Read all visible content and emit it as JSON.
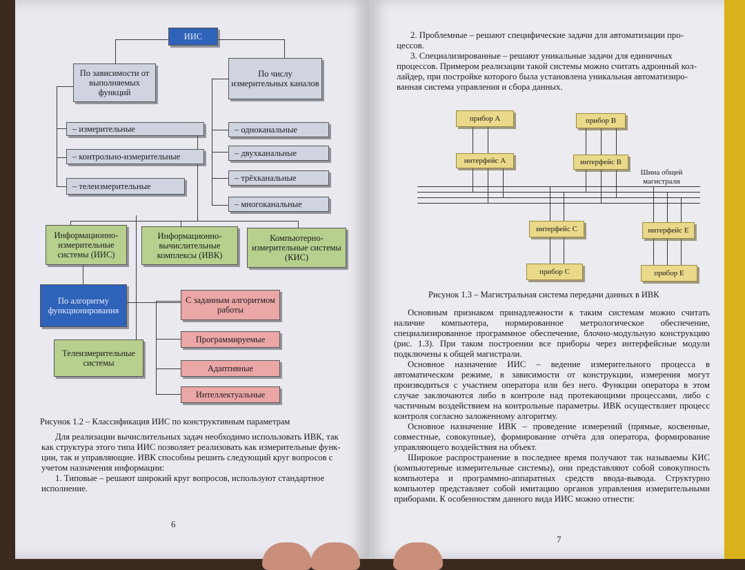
{
  "diagram1": {
    "root": "ИИС",
    "func_group": "По зависимости от выполняемых функций",
    "chan_group": "По числу измерительных каналов",
    "func_items": [
      "– измерительные",
      "– контрольно-измерительные",
      "– телеизмерительные"
    ],
    "chan_items": [
      "– одноканальные",
      "– двухканальные",
      "– трёхканальные",
      "– многоканальные"
    ],
    "iis": "Информационно-измерительные системы (ИИС)",
    "ivk": "Информационно-вычислительные комплексы (ИВК)",
    "kis": "Компьютерно-измерительные системы (КИС)",
    "algo": "По алгоритму функционирования",
    "tele": "Телеизмерительные системы",
    "algo_items": [
      "С заданным алгоритмом работы",
      "Программируемые",
      "Адаптивные",
      "Интеллектуальные"
    ]
  },
  "left_page": {
    "caption": "Рисунок 1.2 – Классификация ИИС по конструктивным параметрам",
    "lines": [
      "Для реализации вычислительных задач необходимо использовать ИВК, так",
      "как структура этого типа ИИС позволяет реализовать как измерительные функ-",
      "ции, так и управляющие. ИВК способны решить следующий круг вопросов с",
      "учетом назначения информации:",
      "1. Типовые – решают широкий круг вопросов, используют стандартное",
      "исполнение."
    ],
    "page_number": "6"
  },
  "right_page": {
    "top_lines": [
      "2. Проблемные – решают специфические задачи для автоматизации про-",
      "цессов.",
      "3. Специализированные – решают уникальные задачи для единичных",
      "процессов. Примером реализации такой системы можно считать адронный кол-",
      "лайдер, при постройке которого была установлена уникальная автоматизиро-",
      "ванная система управления и сбора данных."
    ],
    "diagram": {
      "device_a": "прибор А",
      "device_b": "прибор В",
      "device_c": "прибор С",
      "device_e": "прибор Е",
      "iface_a": "интерфейс А",
      "iface_b": "интерфейс В",
      "iface_c": "интерфейс С",
      "iface_e": "интерфейс Е",
      "bus_label": "Шина общей магистрали"
    },
    "caption": "Рисунок 1.3 – Магистральная система передачи данных в ИВК",
    "paragraphs": [
      "Основным признаком принадлежности к таким системам можно считать наличие компьютера, нормированное метрологическое обеспечение, специализированное программное обеспечение, блочно-модульную конструкцию (рис. 1.3). При таком построении все приборы через интерфейсные модули подключены к общей магистрали.",
      "Основное назначение ИИС – ведение измерительного процесса в автоматическом режиме, в зависимости от конструкции, измерения могут производиться с участием оператора или без него. Функции оператора в этом случае заключаются либо в контроле над протекающими процессами, либо с частичным воздействием на контрольные параметры. ИВК осуществляет процесс контроля согласно заложенному алгоритму.",
      "Основное назначение ИВК – проведение измерений (прямые, косвенные, совместные, совокупные), формирование отчёта для оператора, формирование управляющего воздействия на объект.",
      "Широкое распространение в последнее время получают так называемы КИС (компьютерные измерительные системы), они представляют собой совокупность компьютера и программно-аппаратных средств ввода-вывода. Структурно компьютер представляет собой имитацию органов управления измерительными приборами. К особенностям данного вида ИИС можно отнести:"
    ],
    "page_number": "7"
  },
  "colors": {
    "blue_box": "#2f62b9",
    "gray_box": "#cfd4e0",
    "green_box": "#b7d08e",
    "pink_box": "#eba6a6",
    "device_box": "#ead98a"
  }
}
